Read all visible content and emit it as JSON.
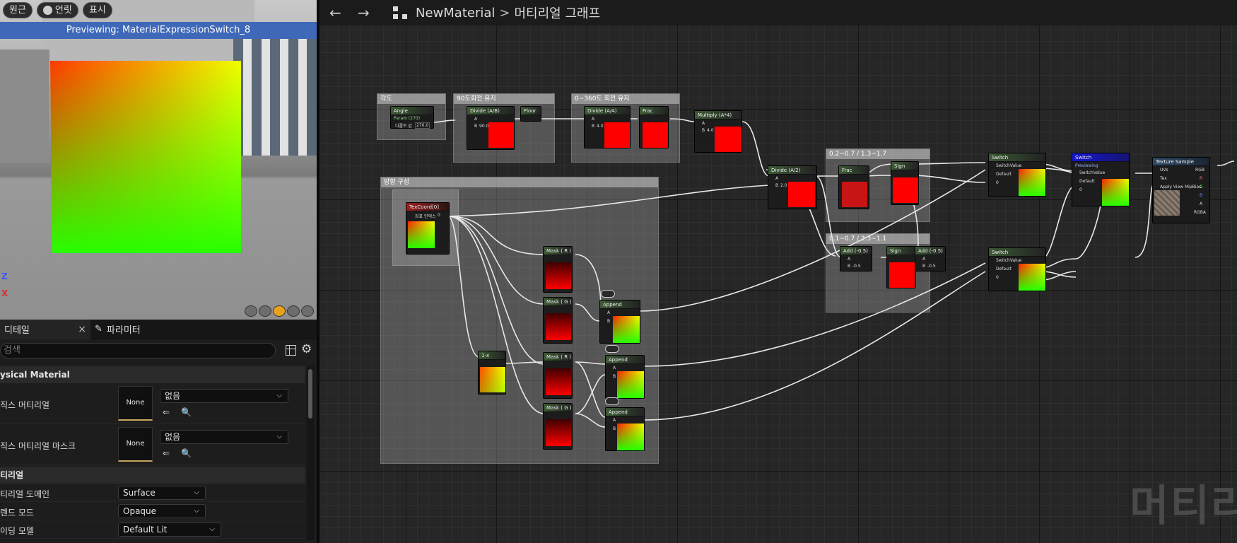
{
  "viewport": {
    "toolbar": {
      "perspective": "원근",
      "lit": "언릿",
      "show": "표시"
    },
    "banner": "Previewing: MaterialExpressionSwitch_8",
    "axis": {
      "z": "Z",
      "x": "X"
    },
    "preview_shapes": [
      "cylinder",
      "sphere",
      "plane",
      "cube",
      "teapot"
    ],
    "selected_shape": "plane"
  },
  "details": {
    "tabs": [
      {
        "label": "디테일",
        "close": "×"
      },
      {
        "label": "파라미터"
      }
    ],
    "search_placeholder": "검색",
    "categories": [
      "ysical Material",
      "티리얼"
    ],
    "properties": [
      {
        "label": "직스 머티리얼",
        "thumb": "None",
        "value": "없음"
      },
      {
        "label": "직스 머티리얼 마스크",
        "thumb": "None",
        "value": "없음"
      },
      {
        "label": "티리얼 도메인",
        "value": "Surface"
      },
      {
        "label": "렌드 모드",
        "value": "Opaque"
      },
      {
        "label": "이딩 모델",
        "value": "Default Lit"
      }
    ]
  },
  "graph": {
    "breadcrumb": {
      "asset": "NewMaterial",
      "sep": ">",
      "view": "머티리얼 그래프"
    },
    "watermark": "머티리",
    "comments": [
      {
        "id": "c1",
        "title": "각도"
      },
      {
        "id": "c2",
        "title": "90도회전 유지"
      },
      {
        "id": "c3",
        "title": "0~360도 회전 유지"
      },
      {
        "id": "c4",
        "title": "방향 구성"
      },
      {
        "id": "c5",
        "title": "0.2~0.7 / 1.3~1.7"
      },
      {
        "id": "c6",
        "title": "0.1~0.7 / 2.3~1.1"
      }
    ],
    "nodes": [
      {
        "id": "angle",
        "title": "Angle",
        "sub": "Param (270)",
        "label": "디폴트 값",
        "value": "270.0"
      },
      {
        "id": "div90",
        "title": "Divide (A/B)",
        "a": "A",
        "b": "B",
        "bval": "90.0"
      },
      {
        "id": "floor",
        "title": "Floor"
      },
      {
        "id": "div4",
        "title": "Divide (A/4)",
        "a": "A",
        "b": "B",
        "bval": "4.0"
      },
      {
        "id": "frac1",
        "title": "Frac"
      },
      {
        "id": "mul4",
        "title": "Multiply (A*4)",
        "a": "A",
        "b": "B",
        "bval": "4.0"
      },
      {
        "id": "texcoord",
        "title": "TexCoord[0]",
        "label": "좌표 인덱스",
        "value": "0"
      },
      {
        "id": "div2",
        "title": "Divide (A/2)",
        "a": "A",
        "b": "B",
        "bval": "2.0"
      },
      {
        "id": "frac2",
        "title": "Frac"
      },
      {
        "id": "sign1",
        "title": "Sign"
      },
      {
        "id": "add1",
        "title": "Add (-0.5)",
        "a": "A",
        "b": "B",
        "bval": "-0.5"
      },
      {
        "id": "sign2",
        "title": "Sign"
      },
      {
        "id": "add2",
        "title": "Add (-0.5)",
        "a": "A",
        "b": "B",
        "bval": "-0.5"
      },
      {
        "id": "mask_r",
        "title": "Mask ( R )"
      },
      {
        "id": "mask_g",
        "title": "Mask ( G )"
      },
      {
        "id": "oneminus",
        "title": "1-x"
      },
      {
        "id": "mask_r2",
        "title": "Mask ( R )"
      },
      {
        "id": "mask_g2",
        "title": "Mask ( G )"
      },
      {
        "id": "append1",
        "title": "Append",
        "a": "A",
        "b": "B"
      },
      {
        "id": "append2",
        "title": "Append",
        "a": "A",
        "b": "B"
      },
      {
        "id": "append3",
        "title": "Append",
        "a": "A",
        "b": "B"
      },
      {
        "id": "switch1",
        "title": "Switch",
        "pins": [
          "SwitchValue",
          "Default",
          "0"
        ]
      },
      {
        "id": "switch2",
        "title": "Switch",
        "pins": [
          "SwitchValue",
          "Default",
          "0"
        ]
      },
      {
        "id": "switch3",
        "title": "Switch",
        "sub": "Previewing",
        "pins": [
          "SwitchValue",
          "Default",
          "0"
        ]
      },
      {
        "id": "texsample",
        "title": "Texture Sample",
        "pins": [
          "UVs",
          "Tex",
          "Apply View MipBias"
        ],
        "outputs": [
          "RGB",
          "R",
          "G",
          "B",
          "A",
          "RGBA"
        ]
      }
    ]
  },
  "colors": {
    "accent_blue": "#3f68b9",
    "selected_node": "#1717d0",
    "node_green": "#3c5a34",
    "node_red": "#9a2020"
  }
}
